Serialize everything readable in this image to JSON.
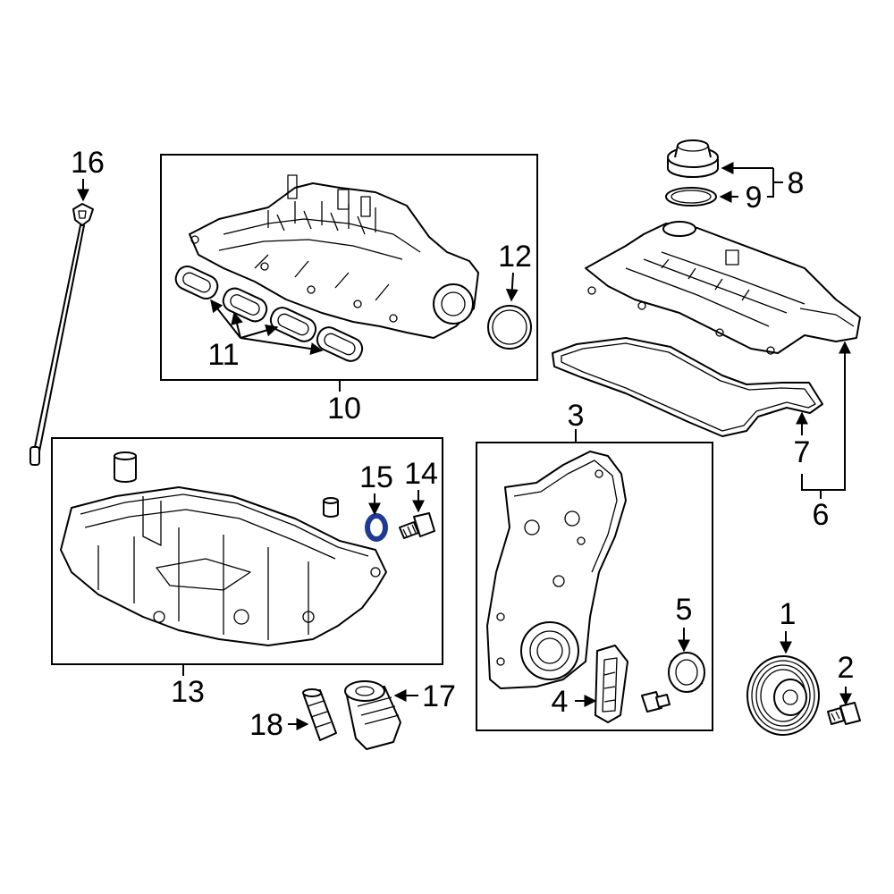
{
  "callouts": {
    "c1": "1",
    "c2": "2",
    "c3": "3",
    "c4": "4",
    "c5": "5",
    "c6": "6",
    "c7": "7",
    "c8": "8",
    "c9": "9",
    "c10": "10",
    "c11": "11",
    "c12": "12",
    "c13": "13",
    "c14": "14",
    "c15": "15",
    "c16": "16",
    "c17": "17",
    "c18": "18"
  },
  "colors": {
    "line": "#000000",
    "highlight": "#1f3a93",
    "background": "#ffffff"
  }
}
